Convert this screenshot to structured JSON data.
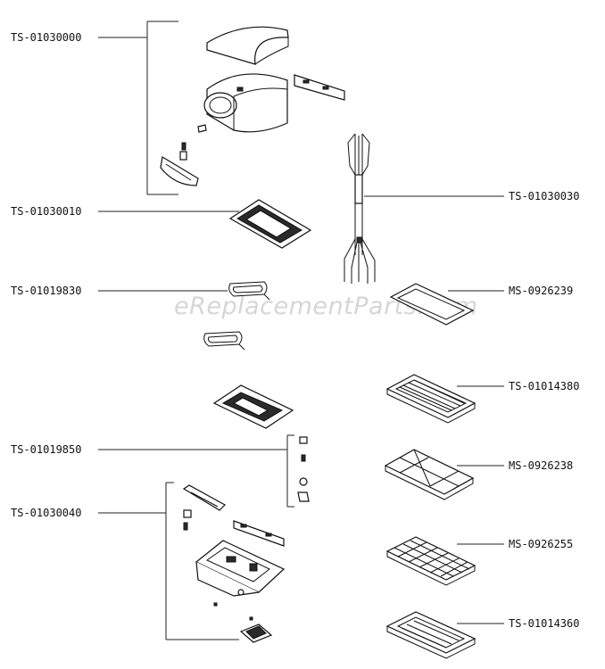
{
  "watermark": "eReplacementParts.com",
  "labels": {
    "ts01030000": "TS-01030000",
    "ts01030010": "TS-01030010",
    "ts01019830": "TS-01019830",
    "ts01019850": "TS-01019850",
    "ts01030040": "TS-01030040",
    "ts01030030": "TS-01030030",
    "ms0926239": "MS-0926239",
    "ts01014380": "TS-01014380",
    "ms0926238": "MS-0926238",
    "ms0926255": "MS-0926255",
    "ts01014360": "TS-01014360"
  }
}
